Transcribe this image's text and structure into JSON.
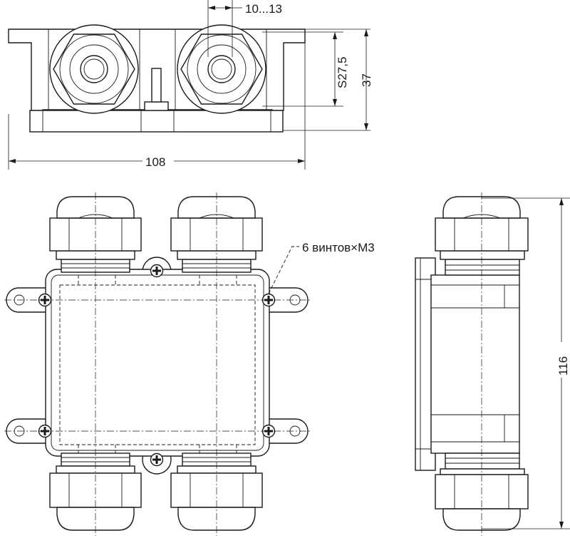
{
  "dimensions": {
    "total_width": "108",
    "total_height": "37",
    "nut_size": "S27,5",
    "cable_range": "10...13",
    "side_length": "116"
  },
  "callout": {
    "screws_label": "6 винтов×M3"
  }
}
